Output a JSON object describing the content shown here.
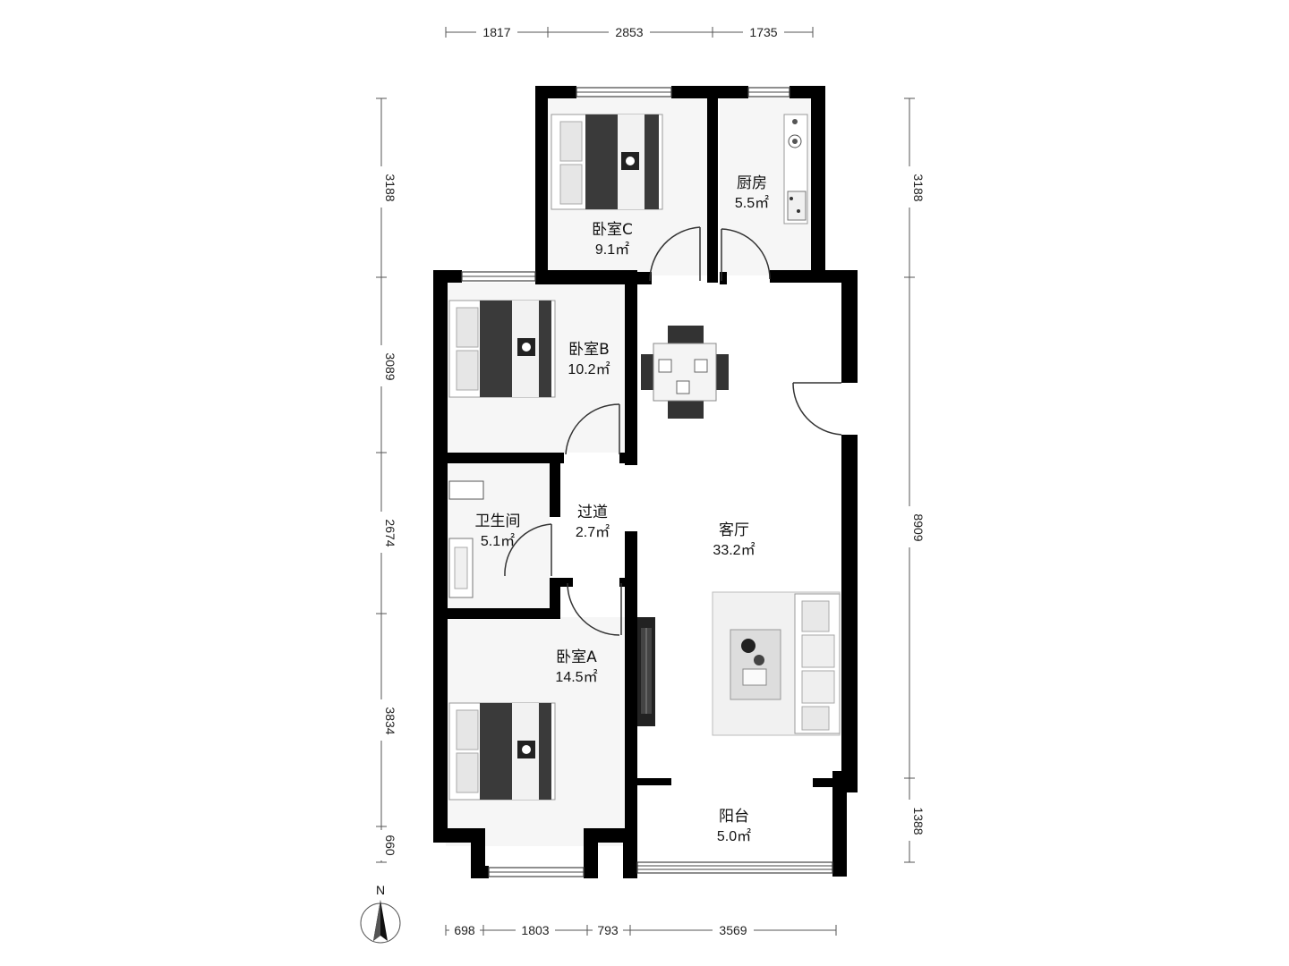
{
  "dimensions": {
    "top": [
      "1817",
      "2853",
      "1735"
    ],
    "bottom": [
      "698",
      "1803",
      "793",
      "3569"
    ],
    "left": [
      "3188",
      "3089",
      "2674",
      "3834",
      "660"
    ],
    "right": [
      "3188",
      "8909",
      "1388"
    ]
  },
  "rooms": {
    "bedroom_c": {
      "name": "卧室C",
      "area": "9.1㎡"
    },
    "kitchen": {
      "name": "厨房",
      "area": "5.5㎡"
    },
    "bedroom_b": {
      "name": "卧室B",
      "area": "10.2㎡"
    },
    "bathroom": {
      "name": "卫生间",
      "area": "5.1㎡"
    },
    "corridor": {
      "name": "过道",
      "area": "2.7㎡"
    },
    "living": {
      "name": "客厅",
      "area": "33.2㎡"
    },
    "bedroom_a": {
      "name": "卧室A",
      "area": "14.5㎡"
    },
    "balcony": {
      "name": "阳台",
      "area": "5.0㎡"
    }
  },
  "compass": {
    "label": "N"
  },
  "colors": {
    "wall": "#000000",
    "furniture_dark": "#3a3a3a",
    "floor": "#f6f6f6"
  }
}
